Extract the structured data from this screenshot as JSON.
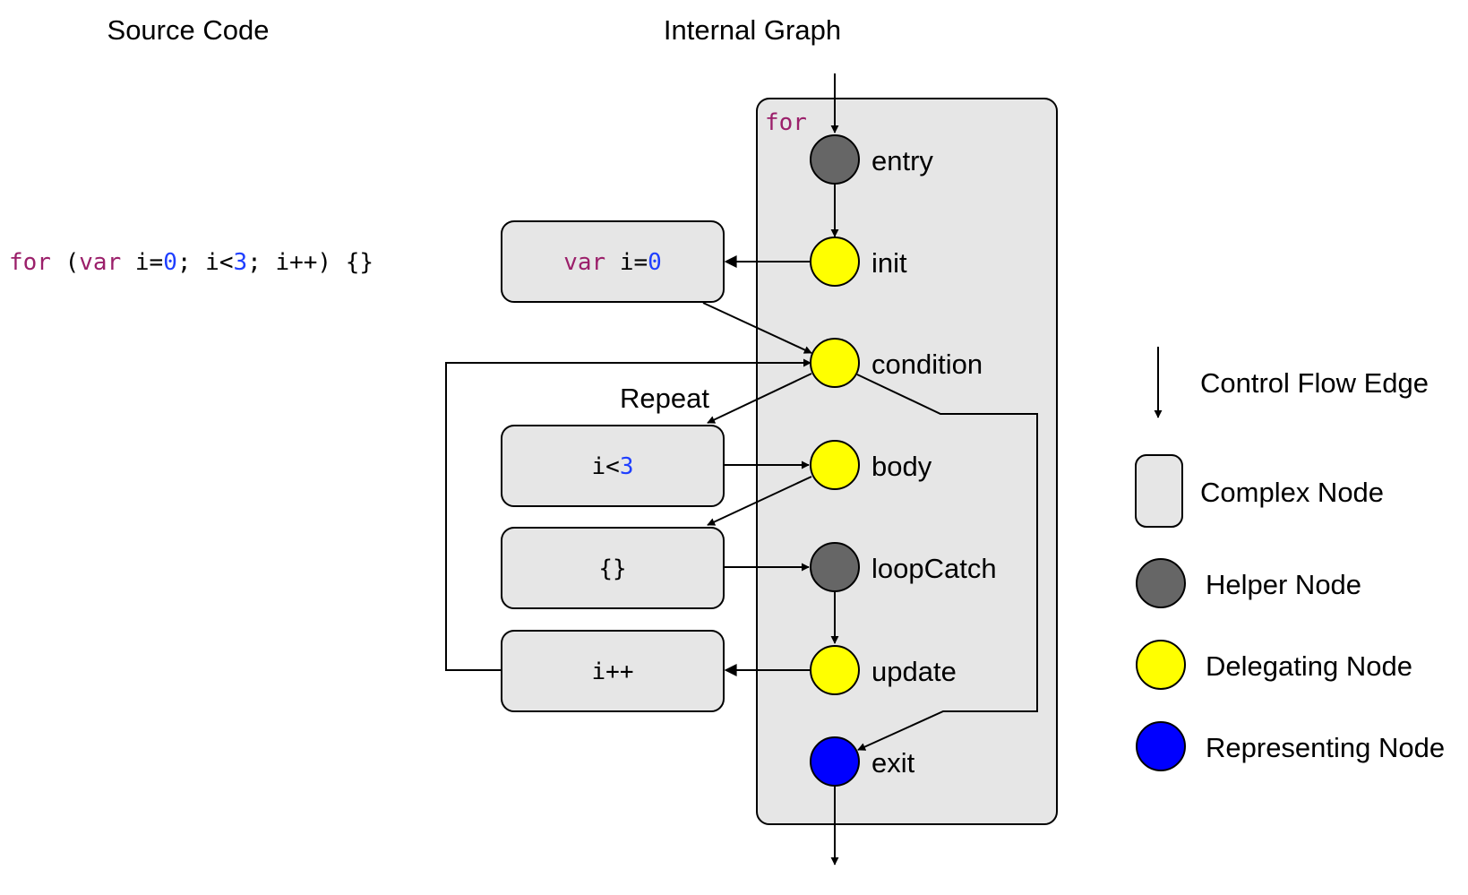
{
  "headings": {
    "source": "Source Code",
    "graph": "Internal Graph"
  },
  "source_code": {
    "for_kw": "for",
    "open": " (",
    "var_kw": "var",
    "i_eq": " i=",
    "zero": "0",
    "mid": "; i<",
    "three": "3",
    "tail": "; i++) {}"
  },
  "container": {
    "label": "for"
  },
  "nodes": {
    "entry": "entry",
    "init": "init",
    "condition": "condition",
    "body": "body",
    "loopCatch": "loopCatch",
    "update": "update",
    "exit": "exit"
  },
  "boxes": {
    "init_kw": "var",
    "init_rest": " i=",
    "init_num": "0",
    "cond_text": "i<",
    "cond_num": "3",
    "body_text": "{}",
    "update_text": "i++"
  },
  "repeat_label": "Repeat",
  "legend": {
    "edge": "Control Flow Edge",
    "complex": "Complex Node",
    "helper": "Helper Node",
    "delegating": "Delegating Node",
    "representing": "Representing Node"
  },
  "colors": {
    "helper": "#666666",
    "delegating": "#ffff00",
    "representing": "#0000ff",
    "complex": "#e6e6e6",
    "keyword": "#9b1f6a",
    "number": "#1f3fff"
  }
}
